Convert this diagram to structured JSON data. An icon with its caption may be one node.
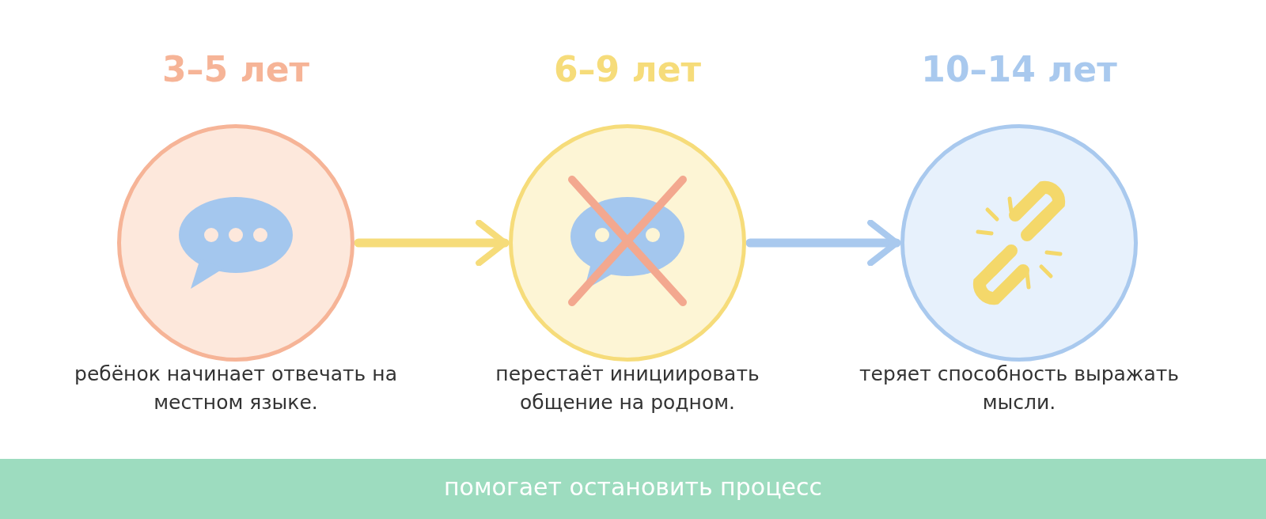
{
  "diagram": {
    "nodes": [
      {
        "text": [
          "3–5 лет"
        ],
        "beside": [
          "ребёнок начинает отвечать на местном языке."
        ]
      },
      {
        "text": [
          "6–9 лет"
        ],
        "beside": [
          "перестаёт инициировать общение на родном."
        ]
      },
      {
        "text": [
          "10–14 лет"
        ],
        "beside": [
          "теряет способность выражать мысли."
        ]
      }
    ],
    "edges": [
      {
        "from": 0,
        "to": 1,
        "arrow": "to",
        "color": "#f6dc7a"
      },
      {
        "from": 1,
        "to": 2,
        "arrow": "to",
        "color": "#a9c9ee"
      }
    ],
    "labels": [
      "помогает остановить процесс"
    ]
  }
}
